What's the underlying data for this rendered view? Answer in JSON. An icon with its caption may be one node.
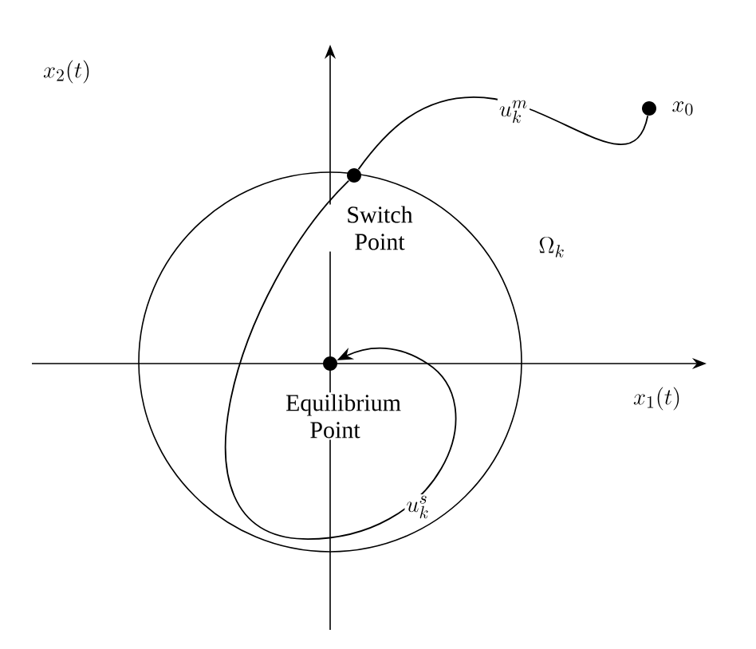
{
  "diagram": {
    "nodes": [
      {
        "text": [],
        "shape": "circle",
        "beside": [
          "x_0"
        ]
      },
      {
        "text": [],
        "shape": "circle",
        "beside": [
          "Switch Point"
        ]
      },
      {
        "text": [],
        "shape": "circle",
        "beside": [
          "Equilibrium Point"
        ]
      }
    ],
    "edges": [
      {
        "from": 0,
        "to": 1,
        "arrow": "none",
        "label": "u_k^m"
      },
      {
        "from": 1,
        "to": 2,
        "arrow": "to",
        "label": "u_k^s"
      }
    ],
    "labels": [
      "x_2(t)",
      "x_1(t)",
      "\\Omega_k"
    ]
  }
}
